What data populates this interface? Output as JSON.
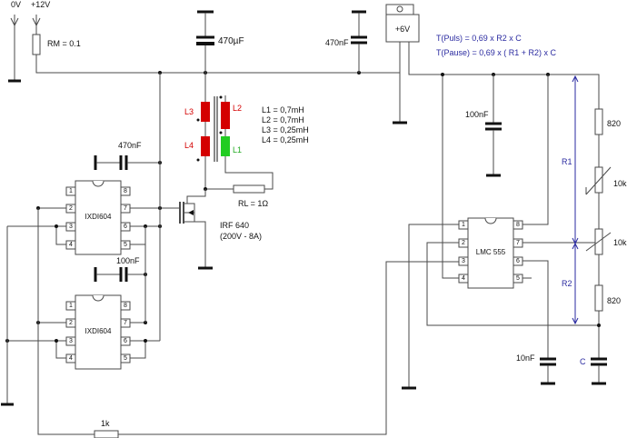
{
  "labels": {
    "zero_v": "0V",
    "plus12v": "+12V",
    "rm": "RM = 0.1",
    "c470u": "470µF",
    "c470n_top": "470nF",
    "reg": "+6V",
    "t_puls": "T(Puls) = 0,69 x R2 x C",
    "t_pause": "T(Pause) = 0,69 x ( R1 +  R2) x C",
    "l3": "L3",
    "l2": "L2",
    "l4": "L4",
    "l1": "L1",
    "l1_val": "L1 = 0,7mH",
    "l2_val": "L2 = 0,7mH",
    "l3_val": "L3 = 0,25mH",
    "l4_val": "L4 = 0,25mH",
    "c470n_drv": "470nF",
    "c100n_drv": "100nF",
    "rl": "RL = 1Ω",
    "mosfet": "IRF 640",
    "mosfet_spec": "(200V - 8A)",
    "c100n_555": "100nF",
    "r820_top": "820",
    "r1": "R1",
    "pot_10k_1": "10k",
    "pot_10k_2": "10k",
    "r2": "R2",
    "r820_bot": "820",
    "c10n": "10nF",
    "c": "C",
    "r1k": "1k"
  },
  "ic1": {
    "name": "IXDI604",
    "pins_left": [
      "1",
      "2",
      "3",
      "4"
    ],
    "pins_right": [
      "8",
      "7",
      "6",
      "5"
    ]
  },
  "ic2": {
    "name": "IXDI604",
    "pins_left": [
      "1",
      "2",
      "3",
      "4"
    ],
    "pins_right": [
      "8",
      "7",
      "6",
      "5"
    ]
  },
  "ic3": {
    "name": "LMC 555",
    "pins_left": [
      "1",
      "2",
      "3",
      "4"
    ],
    "pins_right": [
      "8",
      "7",
      "6",
      "5"
    ]
  },
  "colors": {
    "wire": "#4a4a4a",
    "inductor_red": "#d40000",
    "inductor_green": "#22cc22",
    "formula_blue": "#2a2aa0"
  }
}
